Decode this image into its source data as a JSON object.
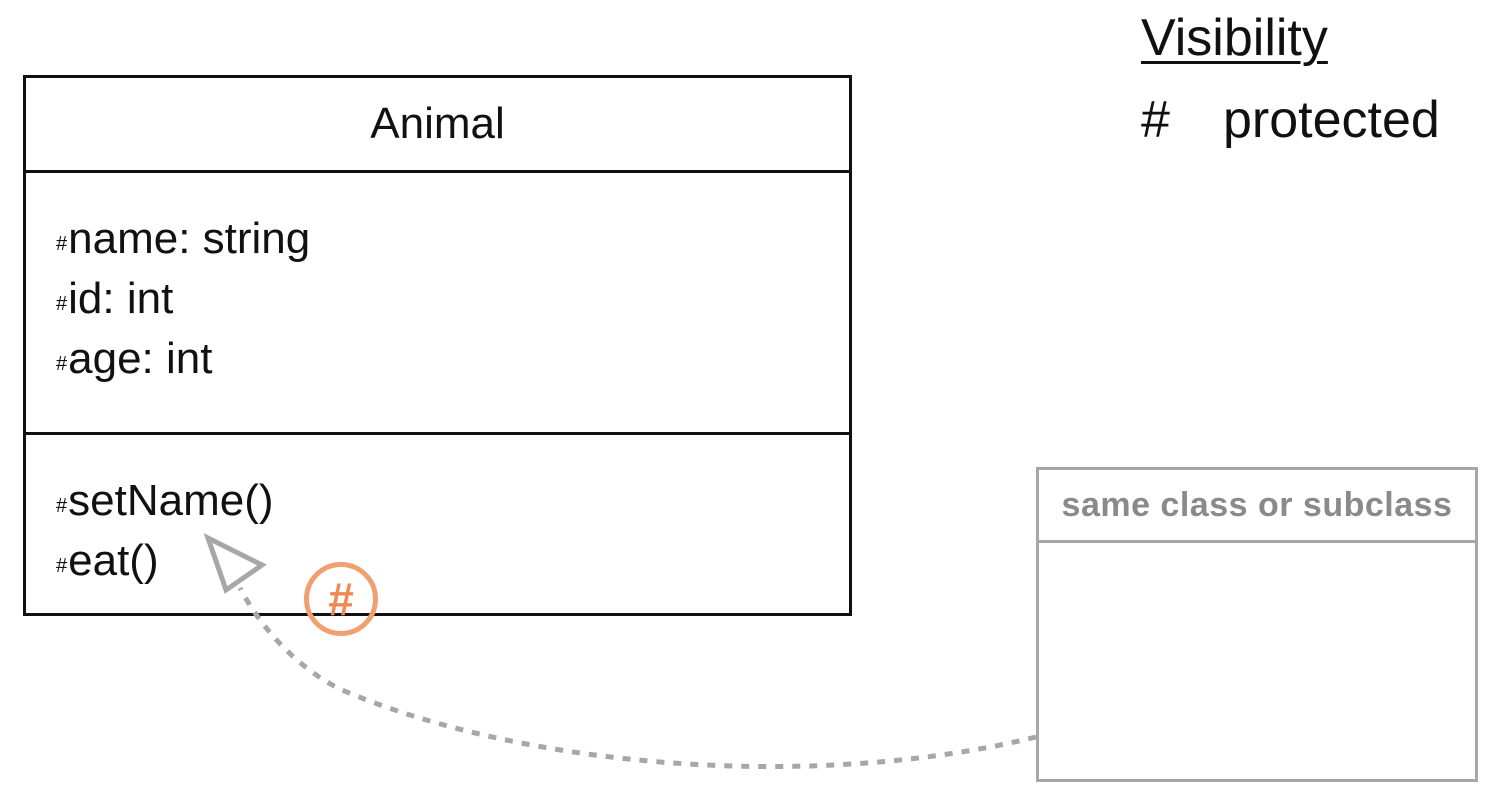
{
  "class_box": {
    "name": "Animal",
    "attributes": [
      {
        "visibility": "#",
        "text": "name: string"
      },
      {
        "visibility": "#",
        "text": "id: int"
      },
      {
        "visibility": "#",
        "text": "age: int"
      }
    ],
    "methods": [
      {
        "visibility": "#",
        "text": "setName()"
      },
      {
        "visibility": "#",
        "text": "eat()"
      }
    ]
  },
  "legend": {
    "title": "Visibility",
    "symbol": "#",
    "label": "protected"
  },
  "scope_box": {
    "header": "same class or subclass"
  },
  "access_badge": {
    "symbol": "#",
    "color": "#ee8a50"
  },
  "colors": {
    "line": "#111111",
    "muted": "#a7a7a7",
    "accent": "#f0a070"
  }
}
